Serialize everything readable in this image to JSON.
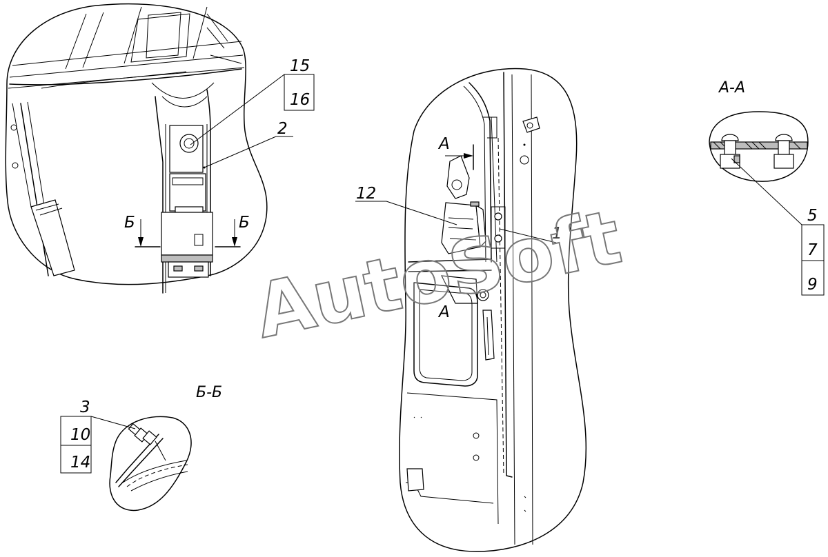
{
  "callouts": {
    "c15": "15",
    "c16": "16",
    "c2": "2",
    "c12": "12",
    "c1": "1",
    "c5": "5",
    "c7": "7",
    "c9": "9",
    "c3": "3",
    "c10": "10",
    "c14": "14"
  },
  "section_marks": {
    "b_left": "Б",
    "b_right": "Б",
    "a_arrow": "А",
    "a_view": "А"
  },
  "section_titles": {
    "aa": "А-А",
    "bb": "Б-Б"
  },
  "watermark": "AutoSoft"
}
